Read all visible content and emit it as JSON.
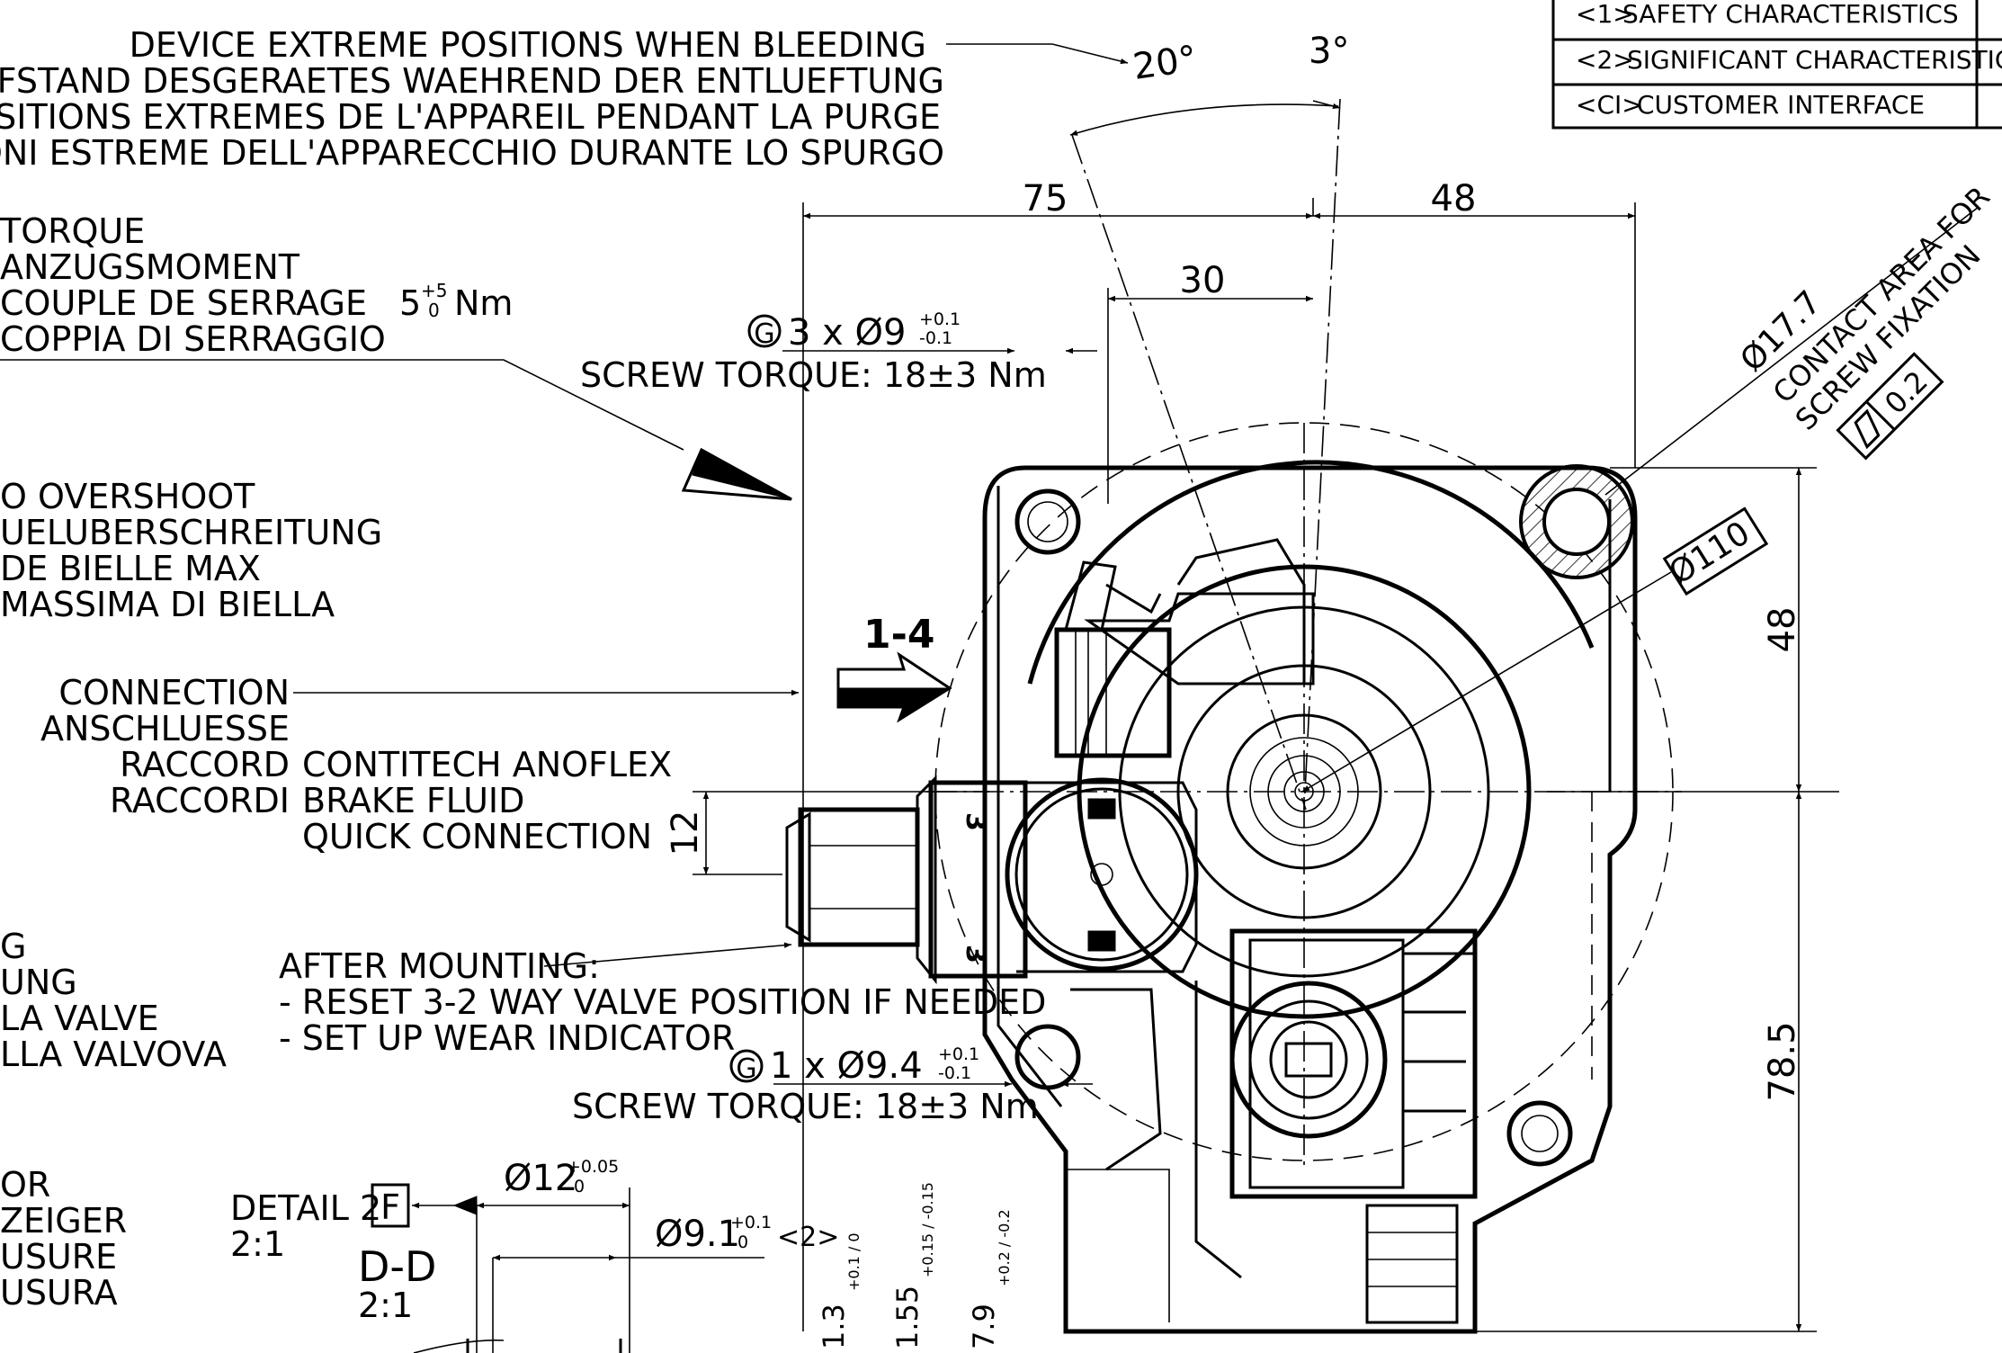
{
  "legend": {
    "rows": [
      {
        "code": "<1>",
        "label": "SAFETY CHARACTERISTICS"
      },
      {
        "code": "<2>",
        "label": "SIGNIFICANT CHARACTERISTICS"
      },
      {
        "code": "<CI>",
        "label": "CUSTOMER INTERFACE"
      }
    ]
  },
  "bleeding_note": [
    "DEVICE EXTREME POSITIONS WHEN BLEEDING",
    "MAX.SCHIEFSTAND DESGERAETES WAEHREND DER ENTLUEFTUNG",
    "POSITIONS EXTREMES DE L'APPAREIL PENDANT LA PURGE",
    "POSIZIONI ESTREME DELL'APPARECCHIO DURANTE LO SPURGO"
  ],
  "angles": {
    "left": "20°",
    "right": "3°"
  },
  "torque_note": {
    "lines": [
      "TORQUE",
      "ANZUGSMOMENT",
      "COUPLE DE SERRAGE",
      "COPPIA DI SERRAGGIO"
    ],
    "value": "5",
    "tolerance_upper": "+5",
    "tolerance_lower": "0",
    "unit": "Nm"
  },
  "overshoot_note": [
    "O OVERSHOOT",
    "UELUBERSCHREITUNG",
    "DE BIELLE MAX",
    "MASSIMA DI BIELLA"
  ],
  "connection_note": {
    "left_lines": [
      "CONNECTION",
      "ANSCHLUESSE",
      "RACCORD",
      "RACCORDI"
    ],
    "right_lines": [
      "CONTITECH ANOFLEX",
      "BRAKE FLUID",
      "QUICK CONNECTION"
    ]
  },
  "view_label": "1-4",
  "valve_note_partial": [
    "G",
    "UNG",
    "LA VALVE",
    "LLA VALVOVA"
  ],
  "after_mounting": {
    "title": "AFTER MOUNTING:",
    "items": [
      "- RESET 3-2 WAY VALVE POSITION IF NEEDED",
      "- SET UP WEAR INDICATOR"
    ]
  },
  "wear_note_partial": [
    "OR",
    "ZEIGER",
    "USURE",
    "USURA"
  ],
  "screw_top": {
    "symbol": "G",
    "spec": "3 x Ø9",
    "tol_upper": "+0.1",
    "tol_lower": "-0.1",
    "torque": "SCREW TORQUE: 18±3 Nm"
  },
  "screw_bottom": {
    "symbol": "G",
    "spec": "1 x Ø9.4",
    "tol_upper": "+0.1",
    "tol_lower": "-0.1",
    "torque": "SCREW TORQUE: 18±3 Nm"
  },
  "dimensions": {
    "d75": "75",
    "d48_top": "48",
    "d30": "30",
    "d48_right": "48",
    "d78_5": "78.5",
    "d12": "12",
    "dia110": "Ø110",
    "dia17_7": "Ø17.7",
    "contact_area": [
      "CONTACT AREA FOR",
      "SCREW FIXATION"
    ],
    "flatness": "0.2"
  },
  "port_marks": [
    "3",
    "3"
  ],
  "detail": {
    "label": "DETAIL 2",
    "ref": "F",
    "scale": "2:1",
    "section": "D-D",
    "section_scale": "2:1",
    "dia12": "Ø12",
    "dia12_tol_upper": "+0.05",
    "dia12_tol_lower": "0",
    "dia9_1": "Ø9.1",
    "dia9_1_tol_upper": "+0.1",
    "dia9_1_tol_lower": "0",
    "dia9_1_char": "<2>",
    "v1_3": "1.3",
    "v1_3_tol": "+0.1 / 0",
    "v1_55": "1.55",
    "v1_55_tol": "+0.15 / -0.15",
    "v7_9": "7.9",
    "v7_9_tol": "+0.2 / -0.2"
  }
}
